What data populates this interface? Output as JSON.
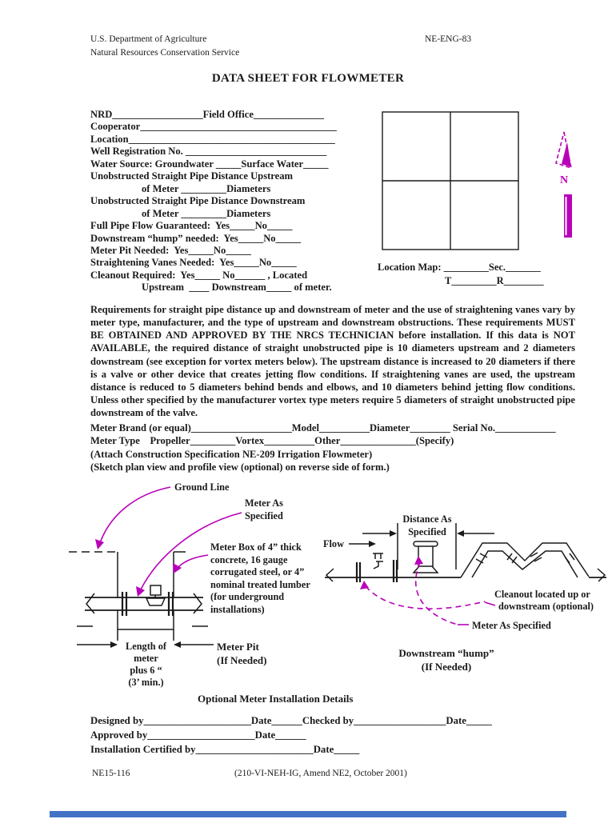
{
  "colors": {
    "text": "#1a1a1a",
    "annotation_magenta": "#b800b8",
    "bottom_bar_blue": "#4472c4"
  },
  "header": {
    "agency_line1": "U.S. Department of Agriculture",
    "agency_line2": "Natural Resources Conservation Service",
    "form_number": "NE-ENG-83",
    "title": "DATA SHEET FOR FLOWMETER"
  },
  "form": {
    "lines": [
      "NRD__________________Field Office______________",
      "Cooperator_______________________________________",
      "Location_________________________________________",
      "Well Registration No. ____________________________",
      "Water Source: Groundwater _____Surface Water_____",
      "Unobstructed Straight Pipe Distance Upstream",
      "of Meter _________Diameters",
      "Unobstructed Straight Pipe Distance Downstream",
      "of Meter _________Diameters",
      "Full Pipe Flow Guaranteed:  Yes_____No_____",
      "Downstream “hump” needed:  Yes_____No_____",
      "Meter Pit Needed:  Yes_____No_____",
      "Straightening Vanes Needed:  Yes_____No_____",
      "Cleanout Required:  Yes_____ No______ , Located",
      "Upstream  ____ Downstream_____ of meter."
    ]
  },
  "location_map": {
    "caption_line1": "Location Map: _________Sec._______",
    "caption_line2": "T_________R________",
    "north_label": "N"
  },
  "requirements": {
    "paragraph": "Requirements for straight pipe distance up and downstream of meter and the use of straightening vanes vary by meter type, manufacturer, and the type of upstream and downstream obstructions.  These requirements MUST BE OBTAINED AND APPROVED BY THE NRCS TECHNICIAN before installation.  If this data is NOT AVAILABLE, the required distance of straight unobstructed pipe is 10 diameters upstream and 2 diameters downstream (see exception for vortex meters below).  The upstream distance is increased to 20 diameters if there is a valve or other device that creates jetting flow conditions.  If straightening vanes are used, the upstream distance is reduced to 5 diameters behind bends and elbows, and 10 diameters behind jetting flow conditions.  Unless other specified by the manufacturer vortex type meters require 5 diameters of straight unobstructed pipe downstream of the valve."
  },
  "meter": {
    "lines": [
      "Meter Brand (or equal)____________________Model__________Diameter________ Serial No.____________",
      "Meter Type    Propeller_________Vortex__________Other_______________(Specify)",
      "(Attach Construction Specification NE-209 Irrigation Flowmeter)",
      "(Sketch plan view and profile view (optional) on reverse side of form.)"
    ]
  },
  "diagram_left": {
    "ground_line_label": "Ground Line",
    "meter_as_specified_label": "Meter As\nSpecified",
    "meter_box_label": "Meter Box of 4” thick\nconcrete, 16 gauge\ncorrugated steel, or 4”\nnominal treated lumber\n(for underground\ninstallations)",
    "length_label": "Length of\nmeter\nplus 6 “\n(3’ min.)",
    "meter_pit_label": "Meter Pit\n(If Needed)"
  },
  "diagram_right": {
    "distance_label": "Distance As\nSpecified",
    "flow_label": "Flow",
    "cleanout_label_line1": "Cleanout located up or",
    "cleanout_label_line2": "downstream (optional)",
    "meter_as_specified_label": "Meter As Specified",
    "hump_label": "Downstream “hump”\n(If Needed)"
  },
  "optional_details_heading": "Optional Meter Installation Details",
  "signatures": {
    "lines": [
      "Designed by_____________________Date______Checked by__________________Date_____",
      "Approved by_____________________Date______",
      "Installation Certified by_______________________Date_____"
    ]
  },
  "footer": {
    "left": "NE15-116",
    "center": "(210-VI-NEH-IG, Amend NE2, October 2001)"
  }
}
